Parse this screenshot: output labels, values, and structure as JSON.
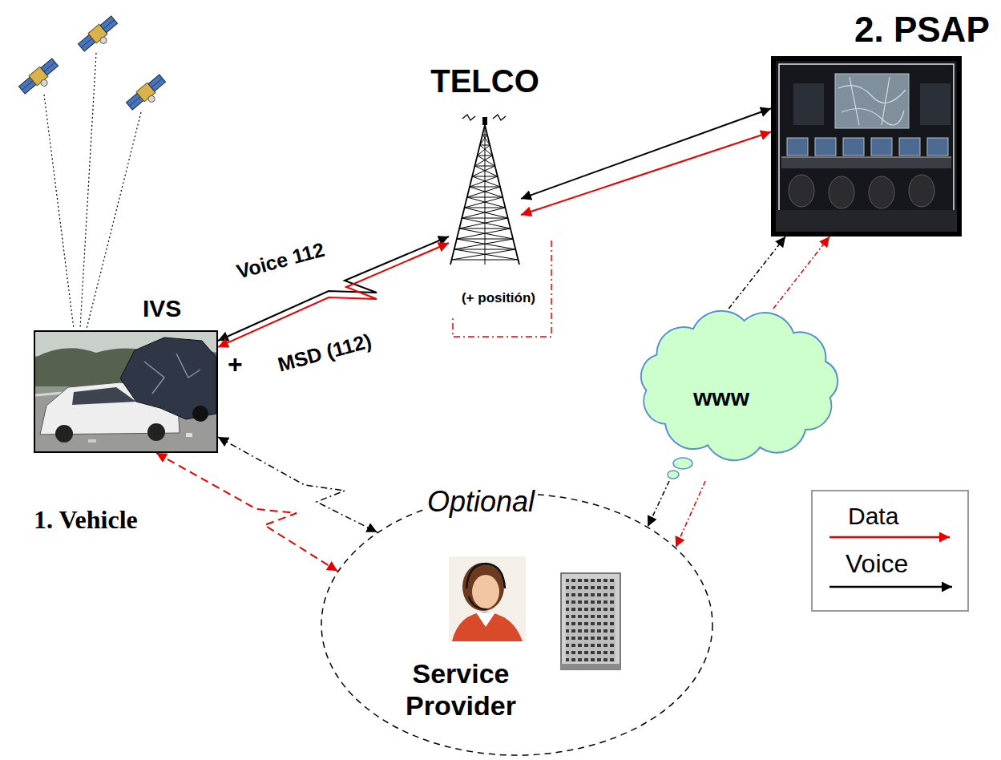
{
  "diagram": {
    "nodes": [
      {
        "text": [
          "IVS"
        ]
      },
      {
        "text": [
          "TELCO",
          "(+ positión)"
        ]
      },
      {
        "text": [
          "2. PSAP"
        ]
      },
      {
        "text": [
          "www"
        ]
      },
      {
        "text": [
          "Optional",
          "Service Provider"
        ]
      }
    ],
    "edges": [
      {
        "from": 0,
        "to": 1,
        "arrow": "both",
        "label": "Voice 112"
      },
      {
        "from": 0,
        "to": 1,
        "arrow": "both",
        "label": "MSD (112)"
      },
      {
        "from": 1,
        "to": 2,
        "arrow": "both"
      },
      {
        "from": 1,
        "to": 2,
        "arrow": "both"
      },
      {
        "from": 0,
        "to": 4,
        "arrow": "both"
      },
      {
        "from": 0,
        "to": 4,
        "arrow": "both"
      },
      {
        "from": 3,
        "to": 2,
        "arrow": "to"
      },
      {
        "from": 3,
        "to": 2,
        "arrow": "to"
      },
      {
        "from": 3,
        "to": 4,
        "arrow": "to"
      },
      {
        "from": 3,
        "to": 4,
        "arrow": "to"
      }
    ],
    "labels": [
      "+",
      "1. Vehicle"
    ],
    "legend": [
      {
        "text": "Data"
      },
      {
        "text": "Voice"
      }
    ]
  }
}
